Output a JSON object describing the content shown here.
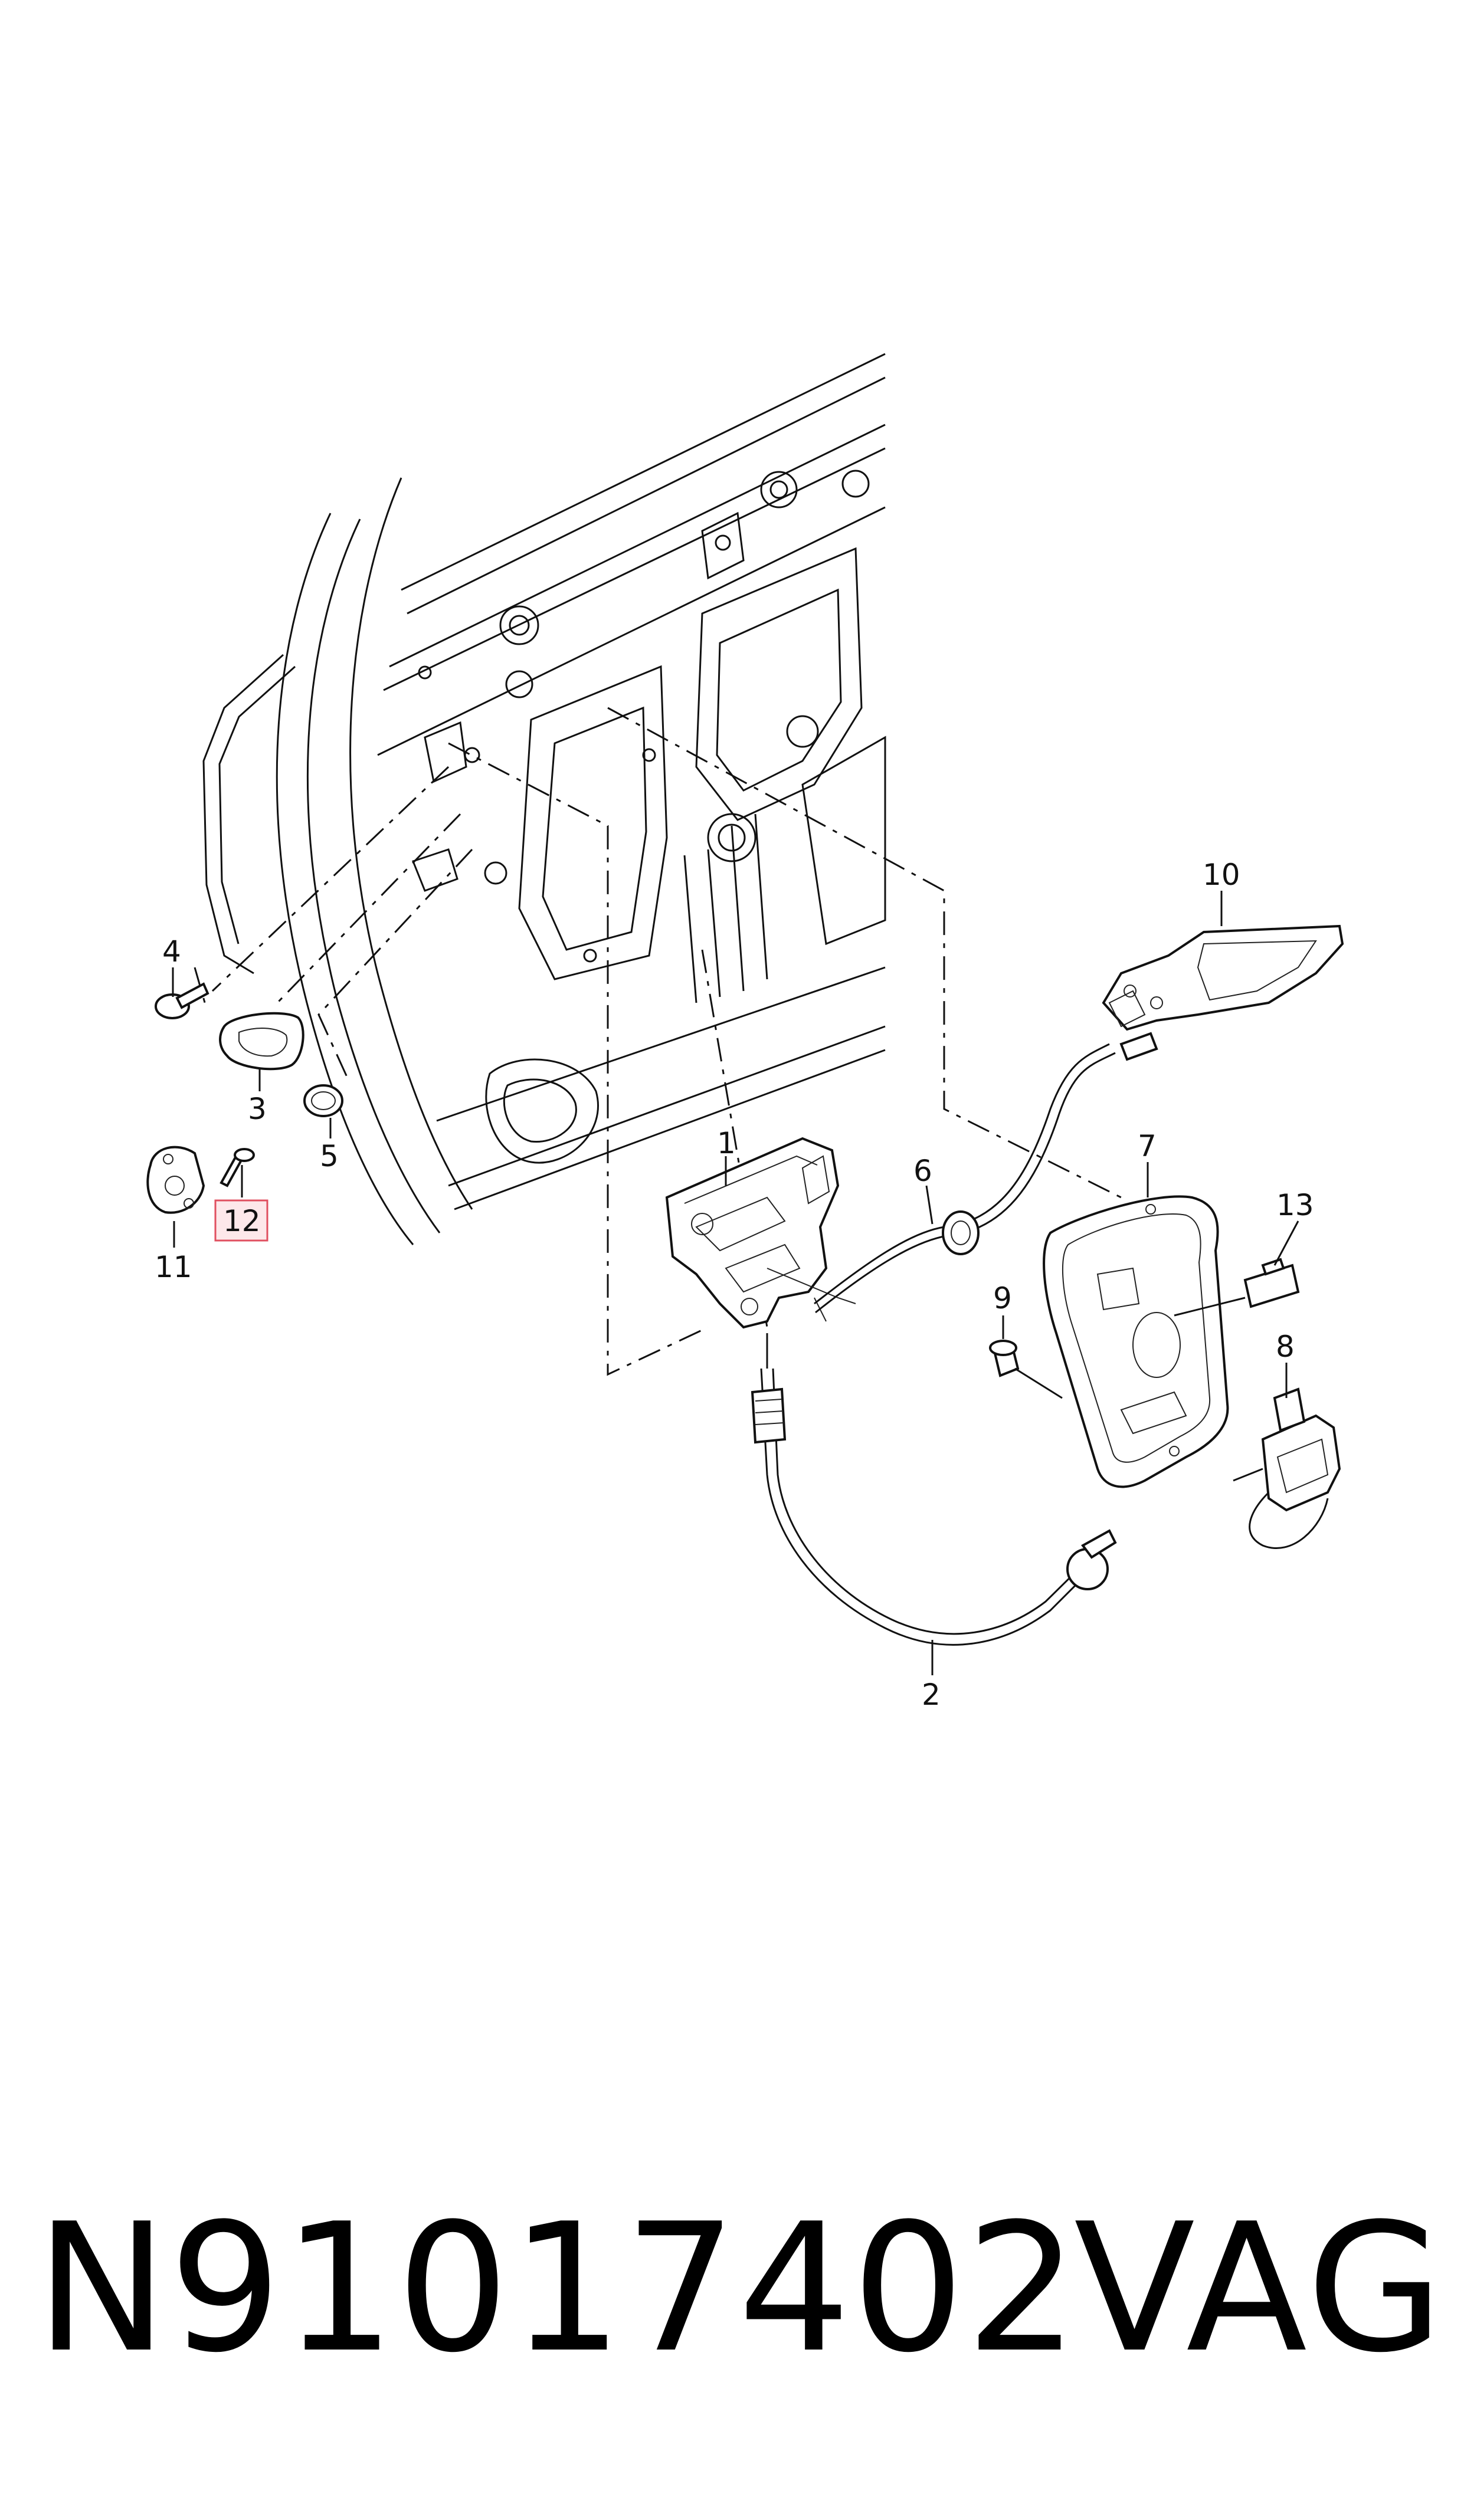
{
  "diagram": {
    "callouts": {
      "c1": "1",
      "c2": "2",
      "c3": "3",
      "c4": "4",
      "c5": "5",
      "c6": "6",
      "c7": "7",
      "c8": "8",
      "c9": "9",
      "c10": "10",
      "c11": "11",
      "c12": "12",
      "c13": "13"
    },
    "highlight_color": "#e05060"
  },
  "footer": {
    "part_number": "N91017402",
    "brand": "VAG"
  }
}
